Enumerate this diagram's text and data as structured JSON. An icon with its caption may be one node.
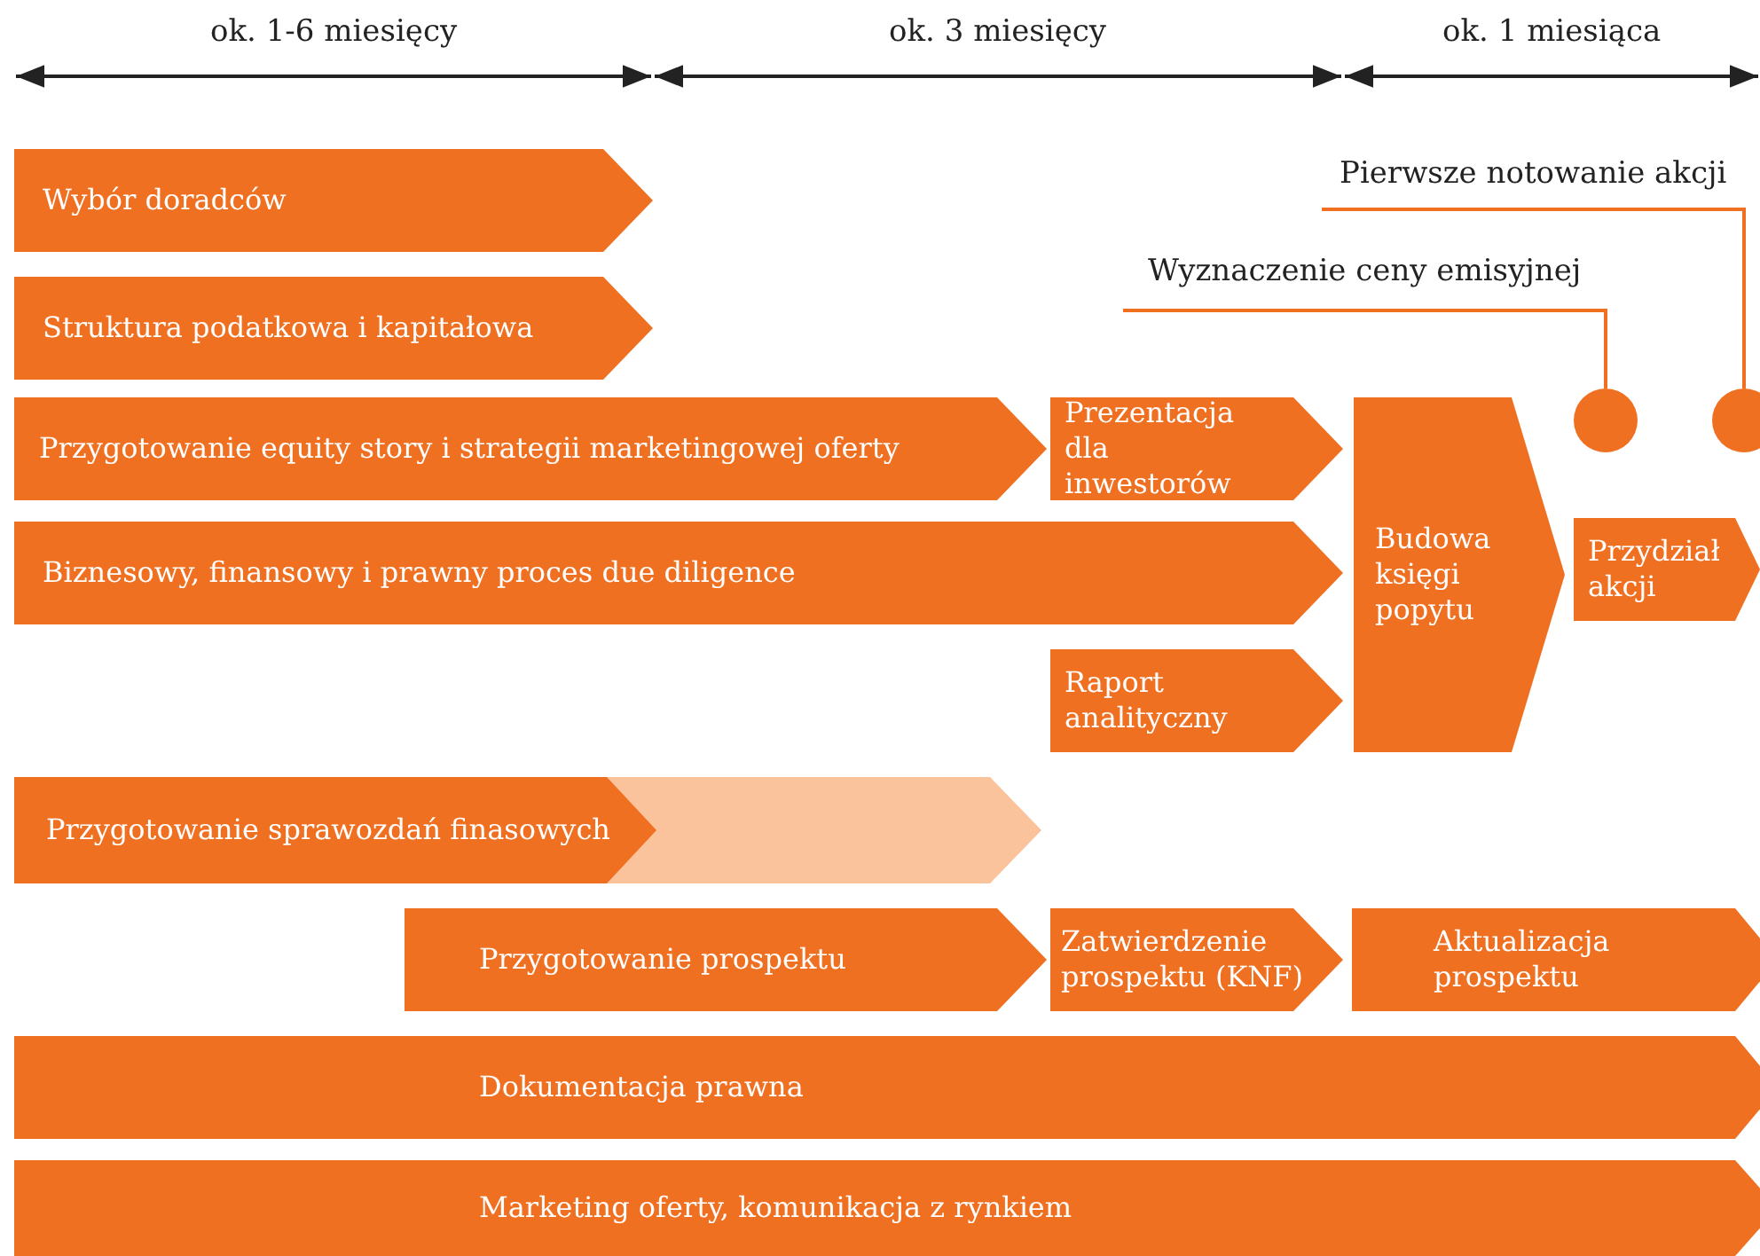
{
  "diagram": {
    "nodes": [
      {
        "text": [
          "Wybór doradców"
        ]
      },
      {
        "text": [
          "Pierwsze notowanie akcji"
        ]
      },
      {
        "text": [
          "Wyznaczenie ceny emisyjnej"
        ]
      },
      {
        "text": [
          "Struktura podatkowa i kapitałowa"
        ]
      },
      {
        "text": [
          "Przygotowanie equity story i strategii marketingowej oferty"
        ]
      },
      {
        "text": [
          "Prezentacja dla inwestorów"
        ]
      },
      {
        "text": [
          "Budowa księgi popytu"
        ]
      },
      {
        "text": [],
        "shape": "circle"
      },
      {
        "text": [],
        "shape": "circle"
      },
      {
        "text": [
          "Biznesowy, finansowy i prawny proces due diligence"
        ]
      },
      {
        "text": [
          "Przydział akcji"
        ]
      },
      {
        "text": [
          "Raport analityczny"
        ]
      },
      {
        "text": [],
        "shape": "bar"
      },
      {
        "text": [
          "Przygotowanie sprawozdań finasowych"
        ]
      },
      {
        "text": [
          "Przygotowanie prospektu"
        ]
      },
      {
        "text": [
          "Zatwierdzenie prospektu (KNF)"
        ]
      },
      {
        "text": [
          "Aktualizacja prospektu"
        ]
      },
      {
        "text": [
          "Dokumentacja prawna"
        ]
      },
      {
        "text": [
          "Marketing oferty, komunikacja z rynkiem"
        ]
      }
    ],
    "edges": [
      {
        "from": 2,
        "to": 7,
        "arrow": "none"
      },
      {
        "from": 1,
        "to": 8,
        "arrow": "none"
      }
    ],
    "labels": [
      "ok. 1-6 miesięcy",
      "ok. 3 miesięcy",
      "ok. 1 miesiąca"
    ]
  }
}
